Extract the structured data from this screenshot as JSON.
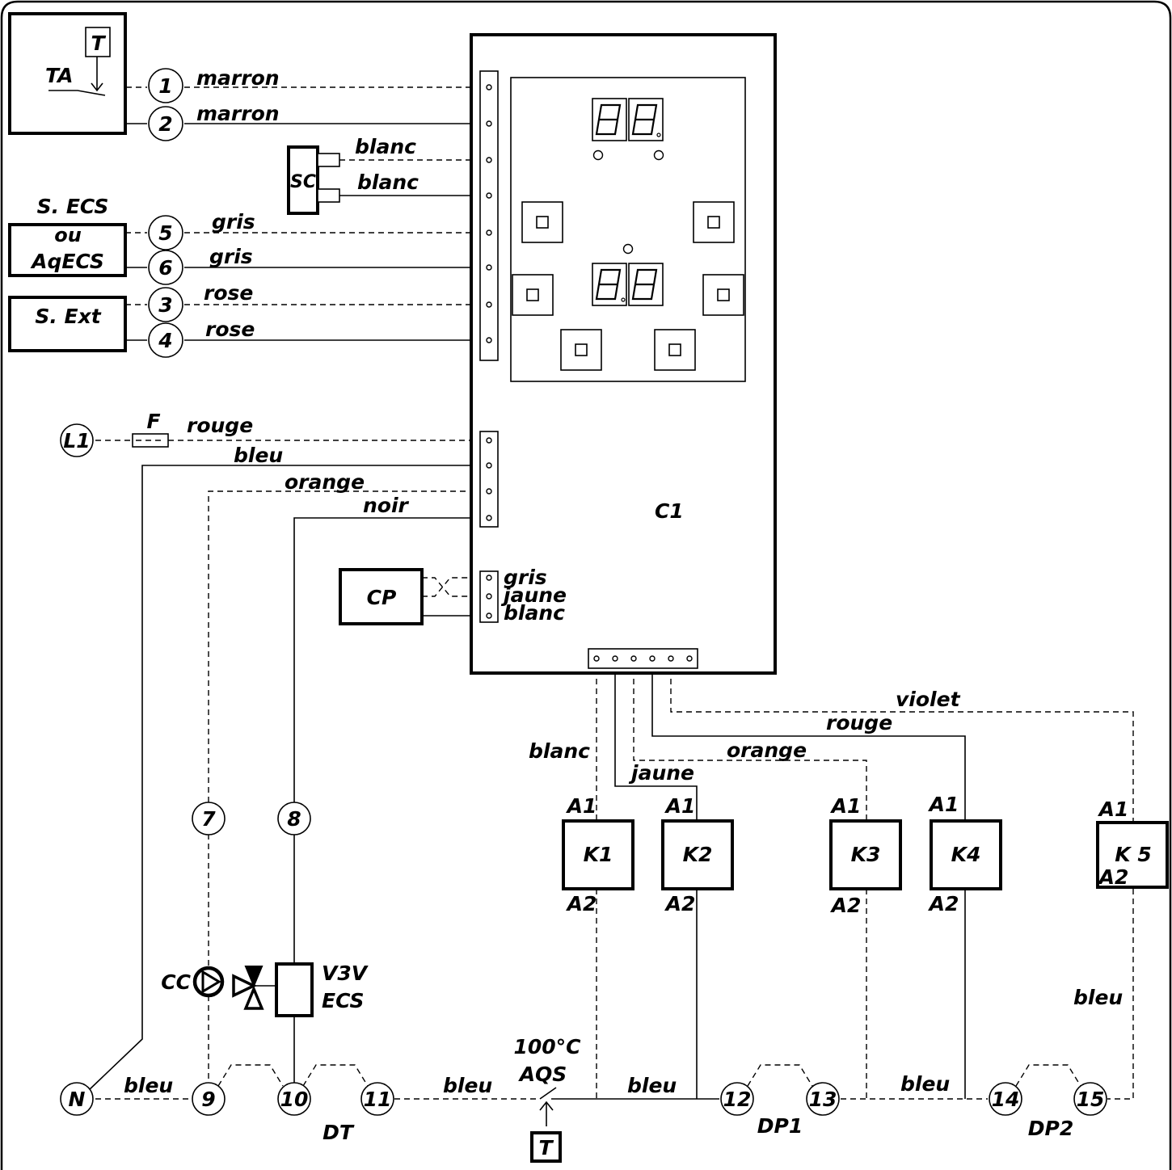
{
  "devices": {
    "ta": "TA",
    "t_top": "T",
    "sc": "SC",
    "secs_line1": "S. ECS",
    "secs_line2": "ou",
    "secs_line3": "AqECS",
    "sext": "S. Ext",
    "l1": "L1",
    "fuse": "F",
    "cp": "CP",
    "c1": "C1",
    "cc": "CC",
    "v3v_line1": "V3V",
    "v3v_line2": "ECS",
    "n": "N",
    "dt": "DT",
    "aqs_temp": "100°C",
    "aqs": "AQS",
    "t_bottom": "T",
    "dp1": "DP1",
    "dp2": "DP2"
  },
  "terminals": [
    "1",
    "2",
    "5",
    "6",
    "3",
    "4",
    "7",
    "8",
    "9",
    "10",
    "11",
    "12",
    "13",
    "14",
    "15"
  ],
  "relays": [
    {
      "name": "K1",
      "a1": "A1",
      "a2": "A2"
    },
    {
      "name": "K2",
      "a1": "A1",
      "a2": "A2"
    },
    {
      "name": "K3",
      "a1": "A1",
      "a2": "A2"
    },
    {
      "name": "K4",
      "a1": "A1",
      "a2": "A2"
    },
    {
      "name": "K 5",
      "a1": "A1",
      "a2": "A2"
    }
  ],
  "wires": {
    "marron_1": "marron",
    "marron_2": "marron",
    "blanc_sc1": "blanc",
    "blanc_sc2": "blanc",
    "gris_5": "gris",
    "gris_6": "gris",
    "rose_3": "rose",
    "rose_4": "rose",
    "rouge_l1": "rouge",
    "bleu_n": "bleu",
    "orange_7": "orange",
    "noir_8": "noir",
    "gris_cp": "gris",
    "jaune_cp": "jaune",
    "blanc_cp": "blanc",
    "violet_k5": "violet",
    "rouge_k4": "rouge",
    "orange_k3": "orange",
    "blanc_k1": "blanc",
    "jaune_k2": "jaune",
    "bleu_k5": "bleu",
    "bleu_n9": "bleu",
    "bleu_11": "bleu",
    "bleu_k2": "bleu",
    "bleu_k4": "bleu"
  }
}
